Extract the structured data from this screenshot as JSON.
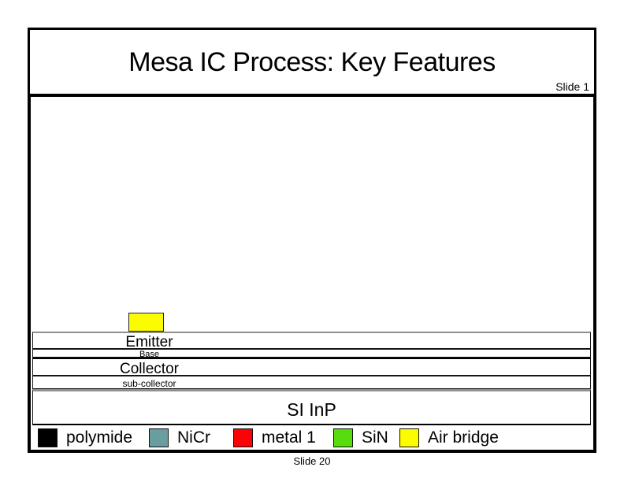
{
  "slide": {
    "title": "Mesa IC Process: Key Features",
    "header_page_label": "Slide 1",
    "footer_page_label": "Slide 20"
  },
  "diagram": {
    "layers": [
      {
        "label": "Emitter"
      },
      {
        "label": "Base"
      },
      {
        "label": "Collector"
      },
      {
        "label": "sub-collector"
      },
      {
        "label": "SI InP"
      }
    ]
  },
  "legend": {
    "items": [
      {
        "label": "polymide",
        "color": "#000000"
      },
      {
        "label": "NiCr",
        "color": "#6A9DA0"
      },
      {
        "label": "metal 1",
        "color": "#FB0207"
      },
      {
        "label": "SiN",
        "color": "#57DC0E"
      },
      {
        "label": "Air bridge",
        "color": "#FCFC00"
      }
    ]
  }
}
